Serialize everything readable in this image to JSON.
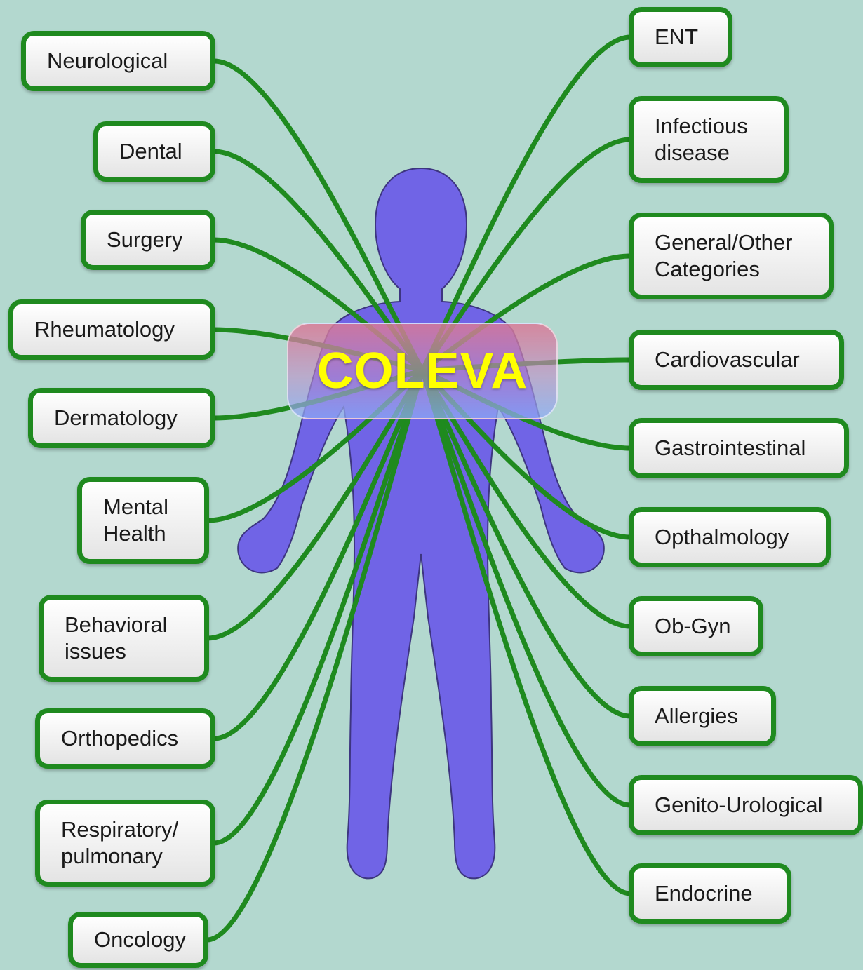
{
  "hub": {
    "label": "COLEVA"
  },
  "colors": {
    "background": "#b3d8cf",
    "body": "#7064e6",
    "connector": "#1f8a1f",
    "hub_text": "#ffff00"
  },
  "left_nodes": [
    {
      "label": "Neurological"
    },
    {
      "label": "Dental"
    },
    {
      "label": "Surgery"
    },
    {
      "label": "Rheumatology"
    },
    {
      "label": "Dermatology"
    },
    {
      "label": "Mental\nHealth"
    },
    {
      "label": "Behavioral\nissues"
    },
    {
      "label": "Orthopedics"
    },
    {
      "label": "Respiratory/\npulmonary"
    },
    {
      "label": "Oncology"
    }
  ],
  "right_nodes": [
    {
      "label": "ENT"
    },
    {
      "label": "Infectious\ndisease"
    },
    {
      "label": "General/Other\nCategories"
    },
    {
      "label": "Cardiovascular"
    },
    {
      "label": "Gastrointestinal"
    },
    {
      "label": "Opthalmology"
    },
    {
      "label": "Ob-Gyn"
    },
    {
      "label": "Allergies"
    },
    {
      "label": "Genito-Urological"
    },
    {
      "label": "Endocrine"
    }
  ]
}
